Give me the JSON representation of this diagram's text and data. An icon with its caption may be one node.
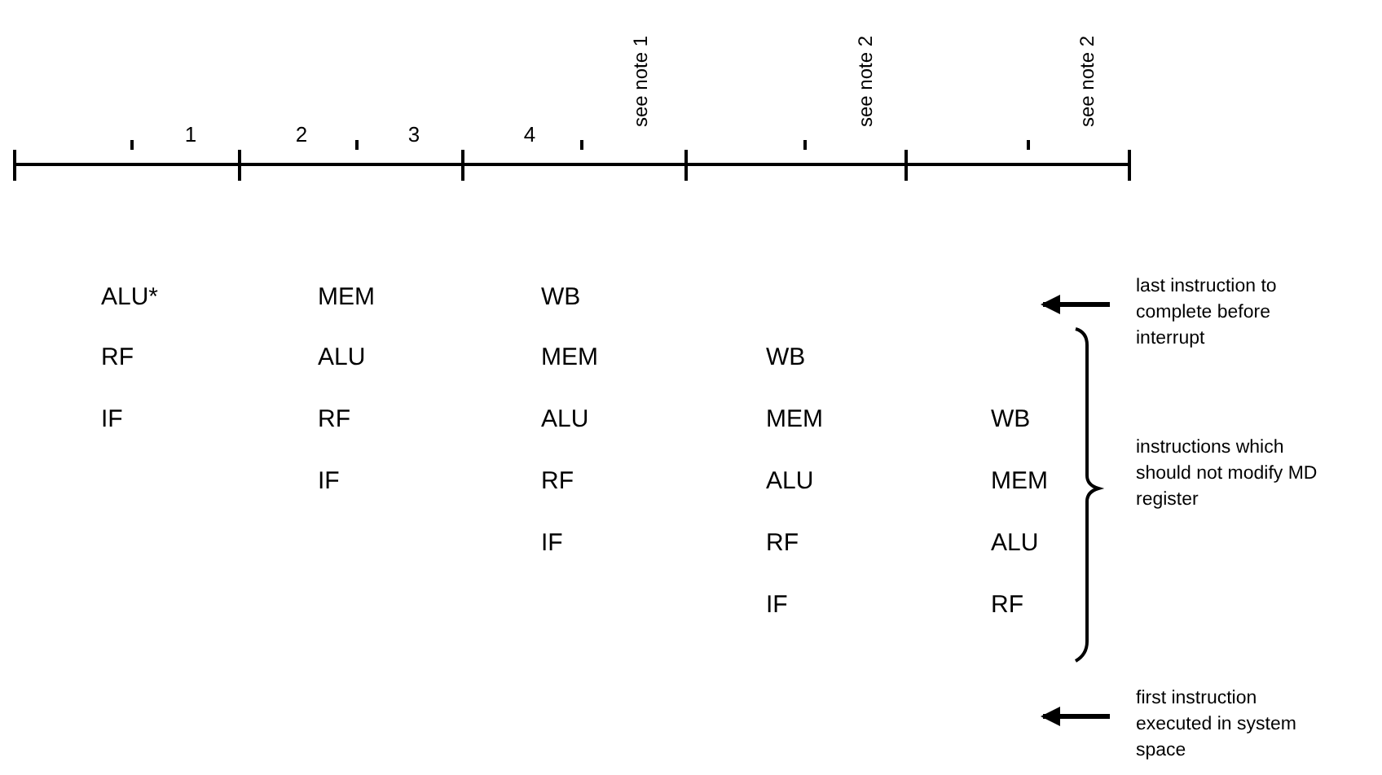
{
  "diagram": {
    "nodes": [
      {
        "text": [
          "last instruction to complete before interrupt"
        ]
      },
      {
        "text": [
          "instructions which should not modify MD register"
        ]
      },
      {
        "text": [
          "first instruction executed in system space"
        ]
      }
    ],
    "edges": [
      {
        "from": 0,
        "to": null,
        "arrow": "to"
      },
      {
        "from": 2,
        "to": null,
        "arrow": "to"
      }
    ],
    "labels": [
      "1",
      "2",
      "3",
      "4",
      "see note 1",
      "see note 2",
      "see note 2",
      "ALU*",
      "MEM",
      "WB",
      "RF",
      "ALU",
      "MEM",
      "WB",
      "IF",
      "RF",
      "ALU",
      "MEM",
      "WB",
      "IF",
      "RF",
      "ALU",
      "MEM",
      "IF",
      "RF",
      "ALU",
      "IF",
      "RF"
    ]
  }
}
